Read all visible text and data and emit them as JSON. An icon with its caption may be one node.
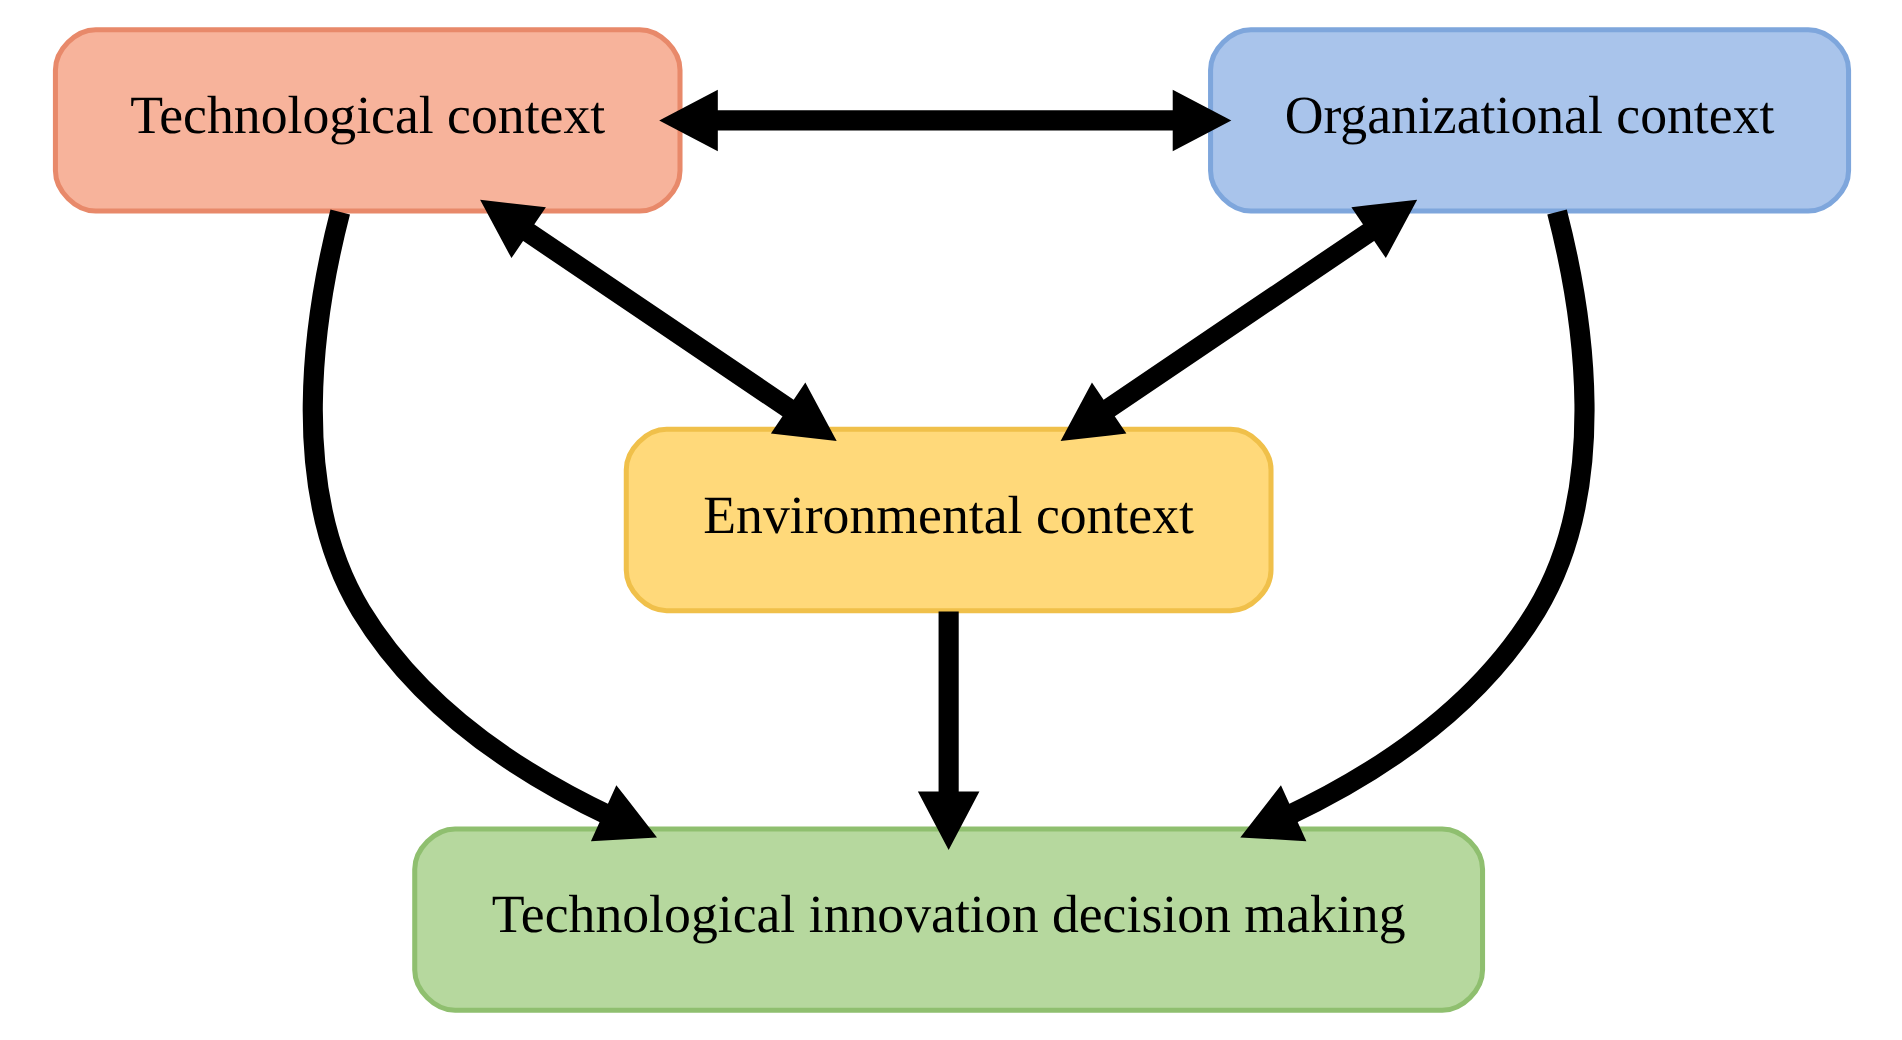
{
  "diagram": {
    "nodes": [
      {
        "text": [
          "Technological context"
        ]
      },
      {
        "text": [
          "Organizational context"
        ]
      },
      {
        "text": [
          "Technological innovation decision making"
        ]
      },
      {
        "text": [
          "Environmental context"
        ]
      }
    ],
    "edges": [
      {
        "from": 0,
        "to": 1,
        "arrow": "both"
      },
      {
        "from": 0,
        "to": 2,
        "arrow": "to"
      },
      {
        "from": 1,
        "to": 2,
        "arrow": "to"
      },
      {
        "from": 0,
        "to": 3,
        "arrow": "both"
      },
      {
        "from": 1,
        "to": 3,
        "arrow": "both"
      },
      {
        "from": 3,
        "to": 2,
        "arrow": "to"
      }
    ]
  }
}
